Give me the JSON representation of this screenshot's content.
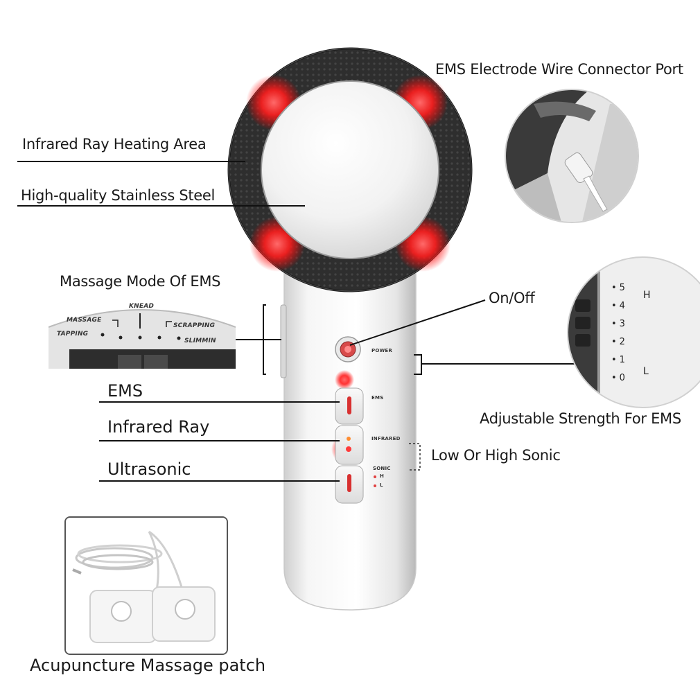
{
  "labels": {
    "connector_port": "EMS Electrode Wire Connector Port",
    "infrared_heating": "Infrared Ray Heating Area",
    "stainless_steel": "High-quality Stainless Steel",
    "massage_mode": "Massage Mode Of EMS",
    "on_off": "On/Off",
    "adjustable_strength": "Adjustable Strength For EMS",
    "low_high_sonic": "Low Or High Sonic",
    "ems": "EMS",
    "infrared_ray": "Infrared Ray",
    "ultrasonic": "Ultrasonic",
    "patch": "Acupuncture Massage patch"
  },
  "mode_dial": {
    "massage": "MASSAGE",
    "knead": "KNEAD",
    "scrapping": "SCRAPPING",
    "tapping": "TAPPING",
    "slimming": "SLIMMIN"
  },
  "device_buttons": {
    "power": "POWER",
    "ems": "EMS",
    "infrared": "INFRARED",
    "sonic": "SONIC",
    "high": "H",
    "low": "L"
  },
  "strength_scale": {
    "levels": [
      "5",
      "4",
      "3",
      "2",
      "1",
      "0"
    ],
    "high": "H",
    "low": "L"
  },
  "colors": {
    "led_red": "#ff2a2a",
    "ring_dark": "#2c2c2c",
    "body_white": "#f4f4f4"
  }
}
